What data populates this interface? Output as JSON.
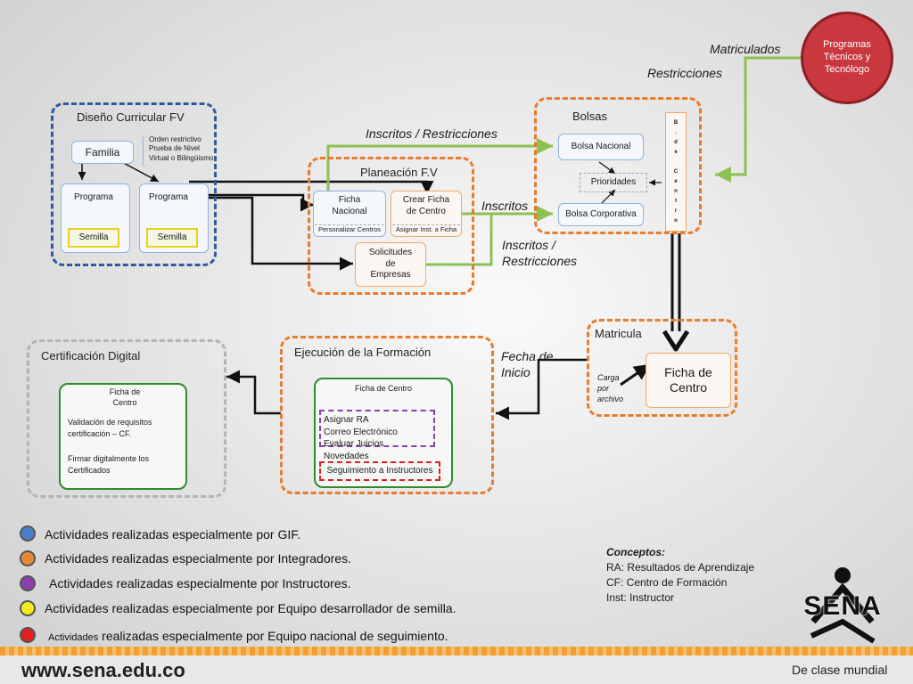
{
  "sections": {
    "diseno": "Diseño Curricular FV",
    "planeacion": "Planeación F.V",
    "bolsas": "Bolsas",
    "matricula": "Matricula",
    "ejecucion": "Ejecución de la Formación",
    "certificacion": "Certificación Digital"
  },
  "diseno": {
    "familia": "Familia",
    "familia_notes": [
      "Orden restrictivo",
      "Prueba de Nivel",
      "Virtual o Bilingüismo"
    ],
    "programa": "Programa",
    "semilla": "Semilla"
  },
  "planeacion": {
    "ficha_nacional": "Ficha Nacional",
    "personalizar": "Personalizar Centros",
    "crear_ficha": "Crear Ficha de Centro",
    "asignar_inst": "Asignar Inst. a Ficha",
    "solicitudes": "Solicitudes de Empresas"
  },
  "bolsas": {
    "nacional": "Bolsa Nacional",
    "prioridades": "Prioridades",
    "corporativa": "Bolsa Corporativa",
    "vertical": [
      "B",
      ".",
      "d",
      "e",
      "",
      "C",
      "e",
      "n",
      "t",
      "r",
      "o"
    ]
  },
  "programas_circle": "Programas Técnicos y Tecnólogo",
  "flow_labels": {
    "matriculados": "Matriculados",
    "restricciones": "Restricciones",
    "inscritos_restricciones": "Inscritos / Restricciones",
    "inscritos": "Inscritos",
    "inscritos_restricciones2_a": "Inscritos /",
    "inscritos_restricciones2_b": "Restricciones",
    "fecha_inicio_a": "Fecha de",
    "fecha_inicio_b": "Inicio"
  },
  "matricula": {
    "carga": "Carga por archivo",
    "ficha_centro": "Ficha de Centro"
  },
  "ejecucion": {
    "ficha_centro": "Ficha de Centro",
    "items": [
      "Asignar RA",
      "Correo Electrónico",
      "Evaluar Juicios",
      "Novedades"
    ],
    "seguimiento": "Seguimiento a Instructores"
  },
  "certificacion": {
    "ficha": "Ficha de Centro",
    "text1": "Validación de requisitos certificación – CF.",
    "text2": "Firmar digitalmente los Certificados"
  },
  "legend": [
    {
      "text": "Actividades realizadas especialmente por GIF.",
      "color": "#4a7fc8"
    },
    {
      "text": "Actividades realizadas especialmente por Integradores.",
      "color": "#e8893a"
    },
    {
      "text": "Actividades realizadas especialmente por Instructores.",
      "color": "#8a3fb0"
    },
    {
      "text": "Actividades realizadas especialmente por Equipo desarrollador de semilla.",
      "color": "#f2ea1e"
    },
    {
      "text": "realizadas especialmente por Equipo nacional de seguimiento.",
      "prefix": "Actividades",
      "color": "#e02020"
    }
  ],
  "conceptos": {
    "title": "Conceptos:",
    "lines": [
      "RA: Resultados de Aprendizaje",
      "CF: Centro de Formación",
      "Inst: Instructor"
    ]
  },
  "footer": {
    "url": "www.sena.edu.co",
    "slogan": "De clase mundial",
    "logo": "SENA"
  },
  "colors": {
    "blue": "#2d5aa0",
    "orange": "#e87b2c",
    "green": "#8cc152",
    "grey": "#b4b4b4",
    "circle": "#c9383f"
  }
}
